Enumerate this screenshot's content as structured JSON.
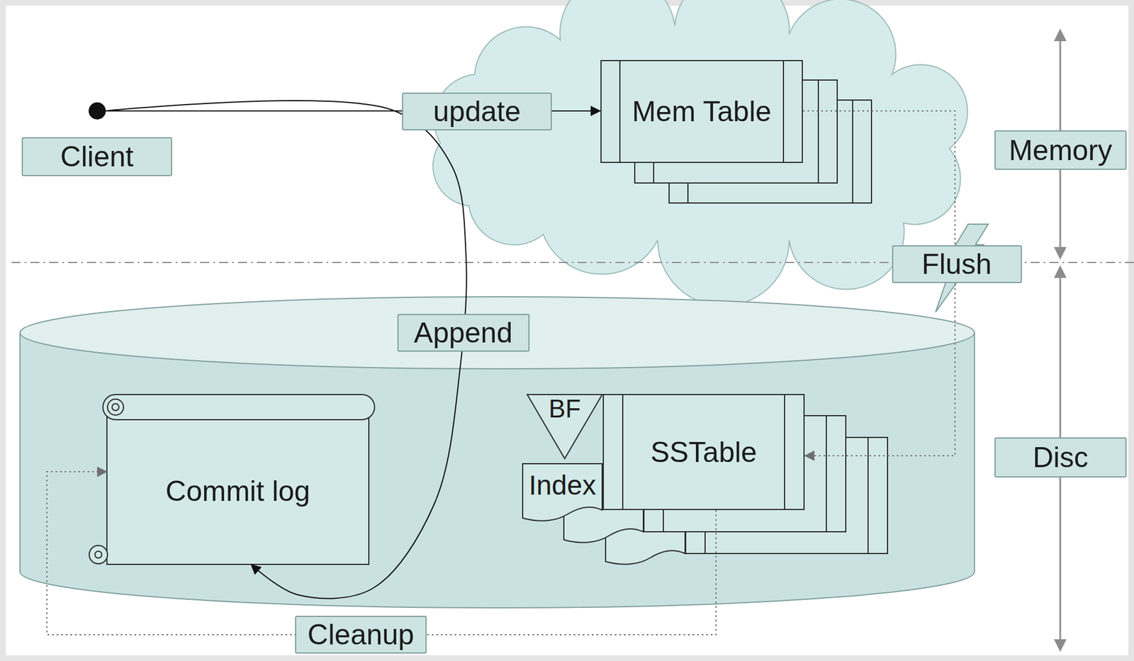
{
  "diagram": {
    "nodes": [
      {
        "text": [
          "Client"
        ]
      },
      {
        "text": [
          "Mem Table"
        ]
      },
      {
        "text": [
          "Commit log"
        ]
      },
      {
        "text": [
          "BF"
        ]
      },
      {
        "text": [
          "Index"
        ]
      },
      {
        "text": [
          "SSTable"
        ]
      },
      {
        "text": [
          "Memory"
        ]
      },
      {
        "text": [
          "Disc"
        ]
      }
    ],
    "edges": [
      {
        "from": 0,
        "to": 1,
        "label": "update",
        "arrow": "to"
      },
      {
        "from": 0,
        "to": 2,
        "label": "Append",
        "arrow": "to"
      },
      {
        "from": 1,
        "to": 5,
        "label": "Flush",
        "arrow": "to"
      },
      {
        "from": 5,
        "to": 2,
        "label": "Cleanup",
        "arrow": "to"
      }
    ]
  }
}
